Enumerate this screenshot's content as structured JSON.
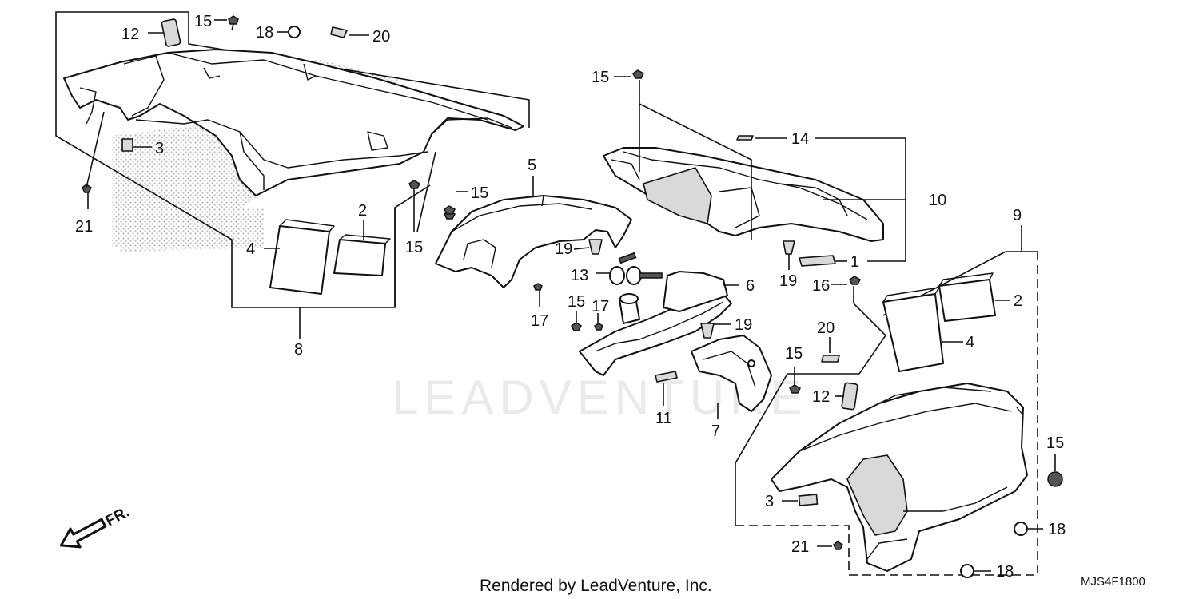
{
  "watermark": "LEADVENTURE",
  "footer": {
    "rendered_by": "Rendered by LeadVenture, Inc.",
    "diagram_code": "MJS4F1800"
  },
  "direction_label": "FR.",
  "callouts": [
    "12",
    "15",
    "18",
    "20",
    "3",
    "21",
    "4",
    "2",
    "15",
    "8",
    "5",
    "15",
    "19",
    "13",
    "17",
    "15",
    "17",
    "6",
    "19",
    "11",
    "7",
    "15",
    "14",
    "10",
    "1",
    "19",
    "16",
    "9",
    "2",
    "20",
    "4",
    "15",
    "12",
    "15",
    "3",
    "18",
    "21",
    "18"
  ]
}
